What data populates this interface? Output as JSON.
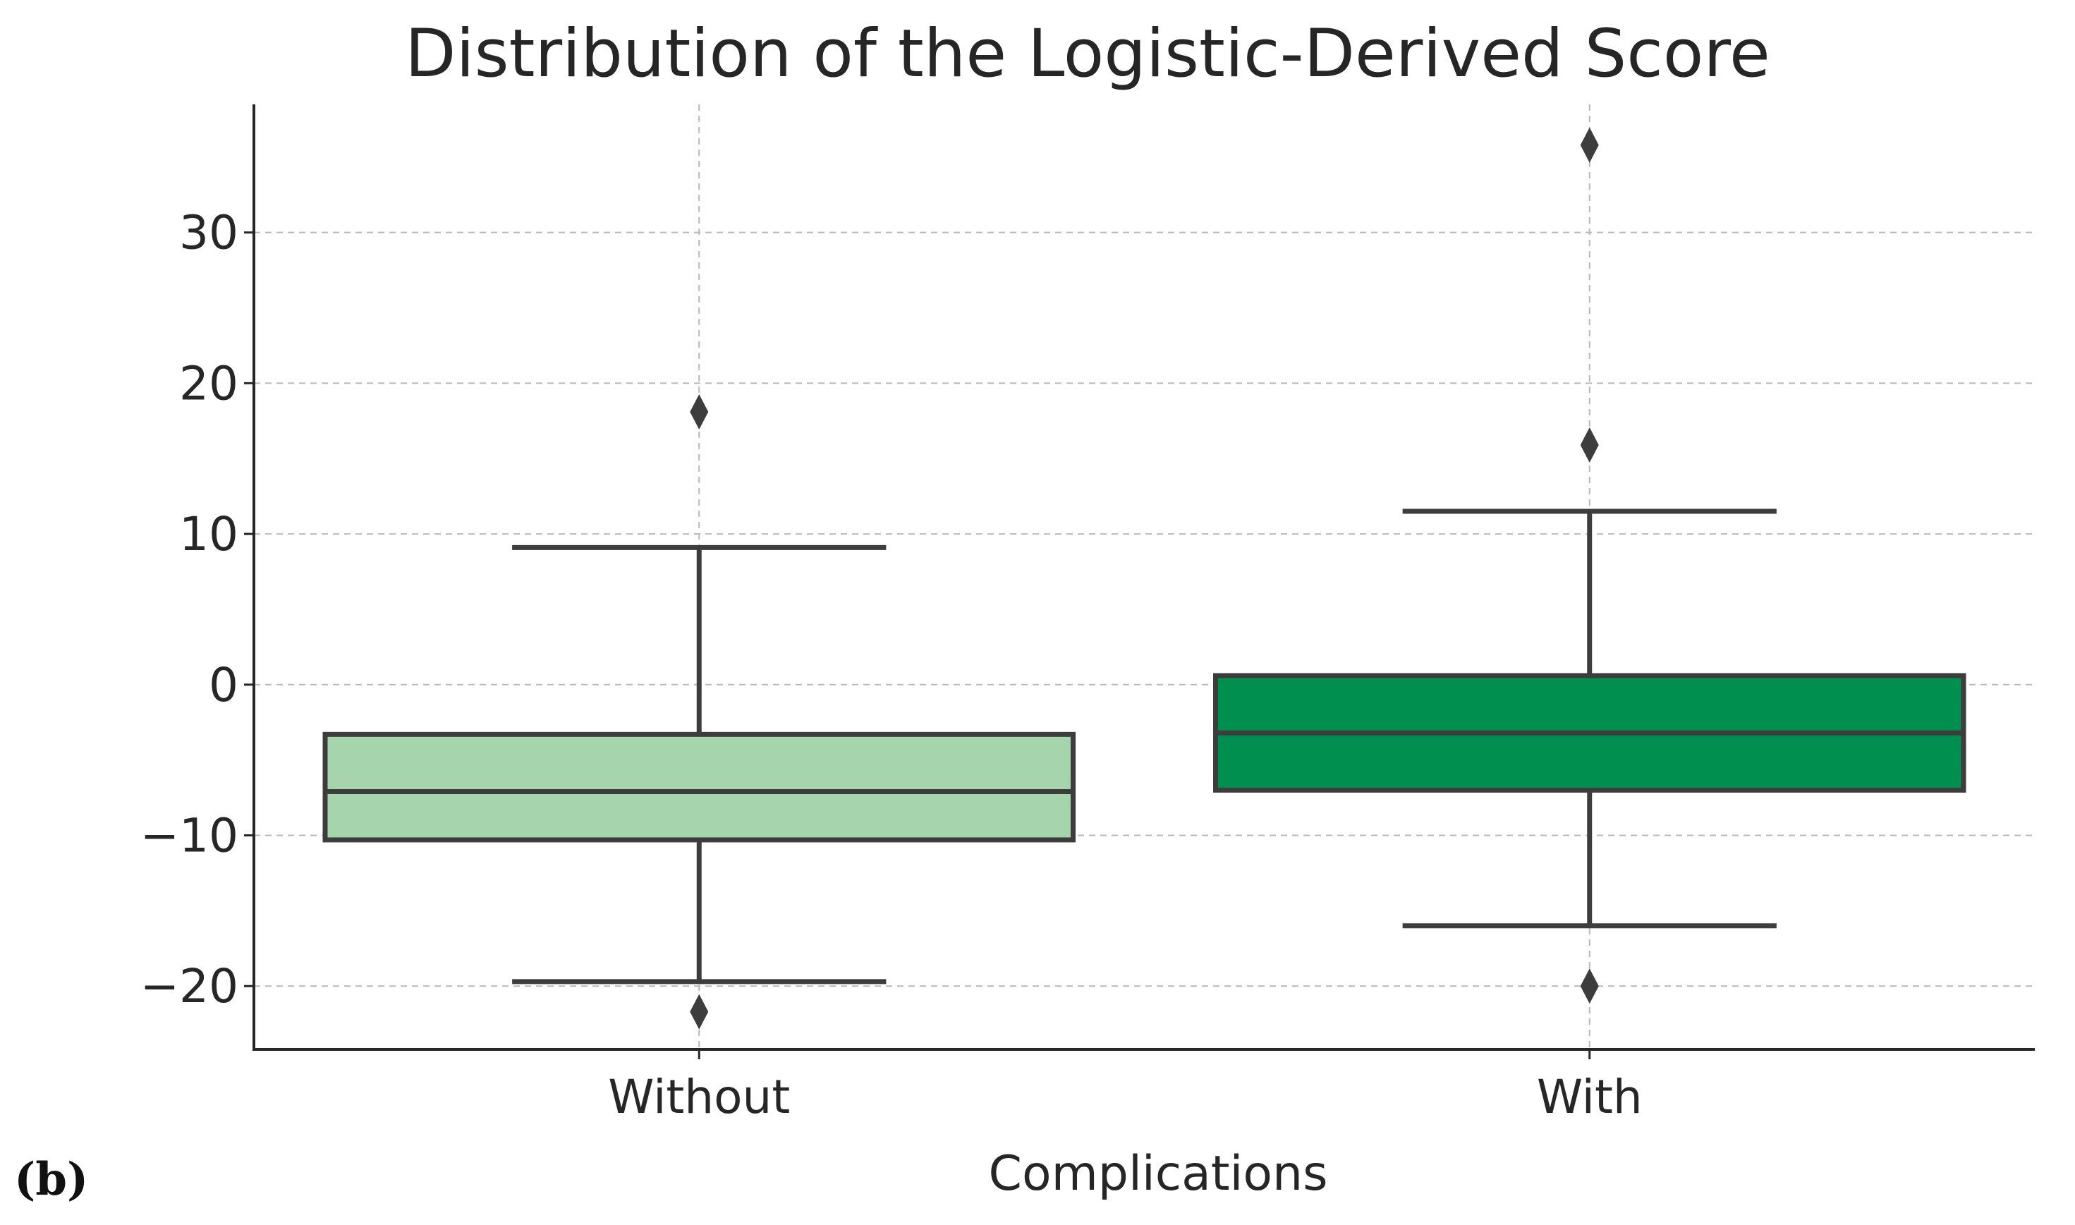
{
  "panel_label": "(b)",
  "chart_data": {
    "type": "box",
    "title": "Distribution of the Logistic-Derived Score",
    "xlabel": "Complications",
    "ylabel": "",
    "categories": [
      "Without",
      "With"
    ],
    "ylim": [
      -24.2,
      38.5
    ],
    "yticks": [
      -20,
      -10,
      0,
      10,
      20,
      30
    ],
    "ytick_labels": [
      "−20",
      "−10",
      "0",
      "10",
      "20",
      "30"
    ],
    "grid": true,
    "boxes": [
      {
        "category": "Without",
        "color": "#a6d5ad",
        "whisker_low": -19.7,
        "q1": -10.3,
        "median": -7.1,
        "q3": -3.3,
        "whisker_high": 9.1,
        "outliers": [
          18.1,
          -21.7
        ]
      },
      {
        "category": "With",
        "color": "#008f4f",
        "whisker_low": -16.0,
        "q1": -7.0,
        "median": -3.2,
        "q3": 0.6,
        "whisker_high": 11.5,
        "outliers": [
          35.8,
          15.9,
          -20.0
        ]
      }
    ]
  }
}
